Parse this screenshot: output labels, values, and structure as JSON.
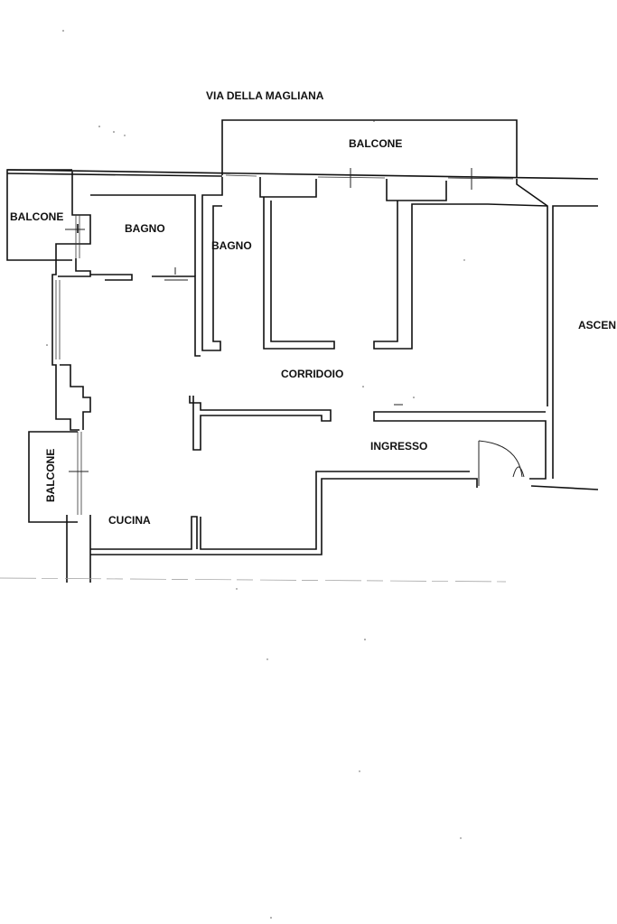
{
  "plan": {
    "street_label": "VIA DELLA MAGLIANA",
    "rooms": {
      "balcone_top": "BALCONE",
      "balcone_left": "BALCONE",
      "balcone_side": "BALCONE",
      "bagno_1": "BAGNO",
      "bagno_2": "BAGNO",
      "corridoio": "CORRIDOIO",
      "ingresso": "INGRESSO",
      "cucina": "CUCINA",
      "ascensore": "ASCEN"
    },
    "colors": {
      "ink": "#111111",
      "paper": "#ffffff"
    }
  }
}
